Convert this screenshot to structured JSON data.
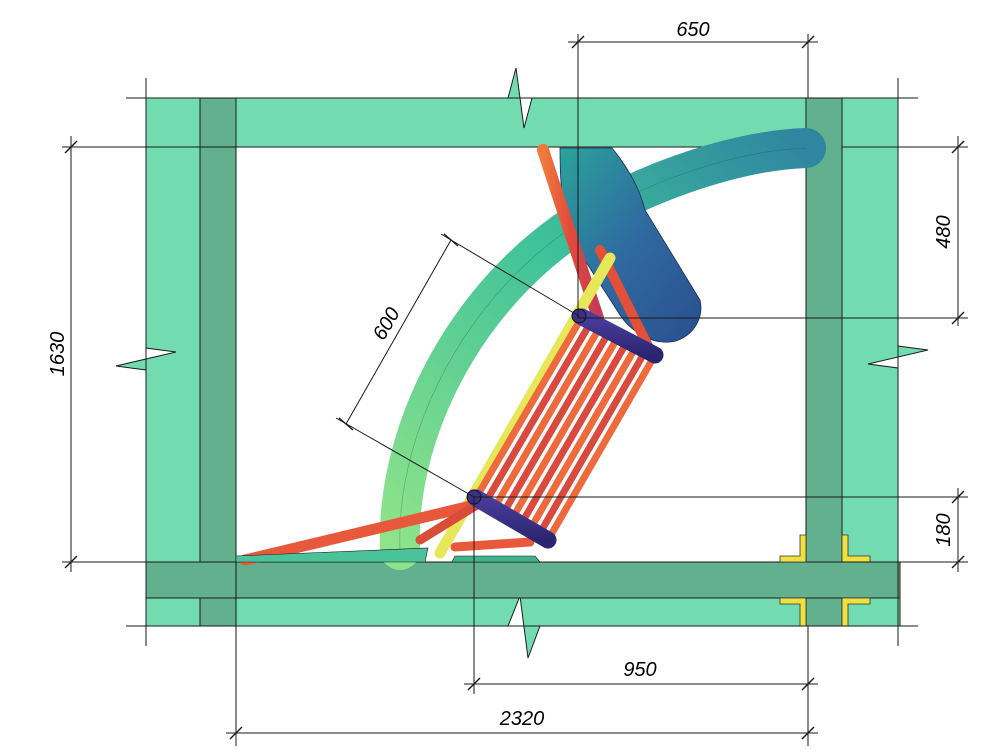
{
  "drawing": {
    "dimensions": {
      "top_width": "650",
      "left_height": "1630",
      "right_upper": "480",
      "right_lower": "180",
      "diagonal": "600",
      "bottom_inner": "950",
      "bottom_total": "2320"
    },
    "colors": {
      "wall": "#72dcb0",
      "column": "#62b08e",
      "tube_warm": "#e8583a",
      "tube_cool": "#2e5f9a",
      "arc_green": "#7fdc7a",
      "flange": "#f0e040"
    }
  }
}
